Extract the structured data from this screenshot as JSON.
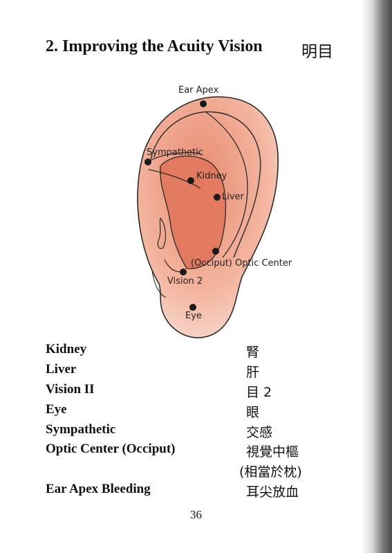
{
  "page": {
    "title": "2. Improving the Acuity Vision",
    "title_cjk": "明目",
    "page_number": "36"
  },
  "figure": {
    "labels": {
      "ear_apex": "Ear Apex",
      "sympathetic": "Sympathetic",
      "kidney": "Kidney",
      "liver": "Liver",
      "occiput_optic": "(Occiput) Optic Center",
      "vision2": "Vision 2",
      "eye": "Eye"
    },
    "colors": {
      "ear_fill": "#f2b49c",
      "ear_inner": "#e68f74",
      "ear_outline": "#2a2a2a"
    }
  },
  "points": [
    {
      "english": "Kidney",
      "chinese": "腎"
    },
    {
      "english": "Liver",
      "chinese": "肝"
    },
    {
      "english": "Vision II",
      "chinese": "目 2"
    },
    {
      "english": "Eye",
      "chinese": "眼"
    },
    {
      "english": "Sympathetic",
      "chinese": "交感"
    },
    {
      "english": "Optic Center (Occiput)",
      "chinese": "視覺中樞",
      "chinese_sub": "(相當於枕)"
    },
    {
      "english": "Ear Apex Bleeding",
      "chinese": "耳尖放血"
    }
  ]
}
